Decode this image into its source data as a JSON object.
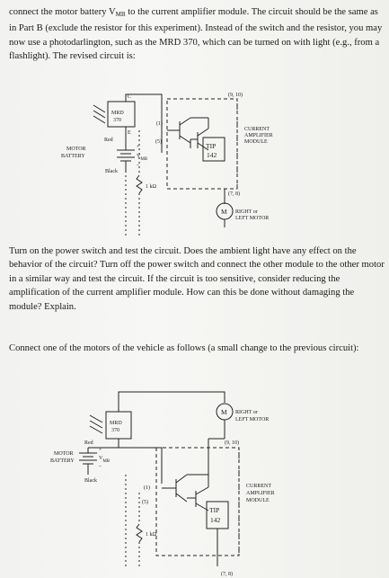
{
  "paragraphs": {
    "intro_a": "connect the motor battery V",
    "intro_sub": "MB",
    "intro_b": " to the current amplifier module.  The circuit should be the same as in Part B (exclude the resistor for this experiment).  Instead of the switch and the resistor, you may now use a photodarlington, such as the MRD 370, which can be turned on with light (e.g., from a flashlight).  The revised circuit is:",
    "middle": "Turn on the power switch and test the circuit.  Does the ambient light have any effect on the behavior of the circuit?  Turn off the power switch and connect the other module to the other motor in a similar way and test the circuit.  If the circuit is too sensitive, consider reducing the amplification of the current amplifier module.  How can this be done without damaging the module?  Explain.",
    "closing": "Connect one of the motors of the vehicle as follows (a small change to the previous circuit):"
  },
  "circuit1": {
    "photo_label": "MRD",
    "photo_part": "370",
    "pin_c": "C",
    "pin_e": "E",
    "pin_1": "(1)",
    "pin_5": "(5)",
    "pin_9_10": "(9, 10)",
    "pin_7_8": "(7, 8)",
    "red": "Red",
    "black": "Black",
    "battery_label": "MOTOR\nBATTERY",
    "battery_v": "V",
    "battery_sub": "MB",
    "plus": "+",
    "minus": "_",
    "tip": "TIP",
    "tip_part": "142",
    "module": "CURRENT\nAMPLIFIER\nMODULE",
    "resistor": "1 kΩ",
    "motor": "RIGHT or\nLEFT MOTOR"
  },
  "circuit2": {
    "photo_label": "MRD",
    "photo_part": "370",
    "pin_1": "(1)",
    "pin_5": "(5)",
    "pin_9_10": "(9, 10)",
    "pin_7_8": "(7, 8)",
    "red": "Red",
    "black": "Black",
    "battery_label": "MOTOR\nBATTERY",
    "battery_v": "V",
    "battery_sub": "MB",
    "plus": "+",
    "minus": "_",
    "tip": "TIP",
    "tip_part": "142",
    "module": "CURRENT\nAMPLIFIER\nMODULE",
    "resistor": "1 kΩ",
    "motor": "RIGHT or\nLEFT MOTOR"
  }
}
